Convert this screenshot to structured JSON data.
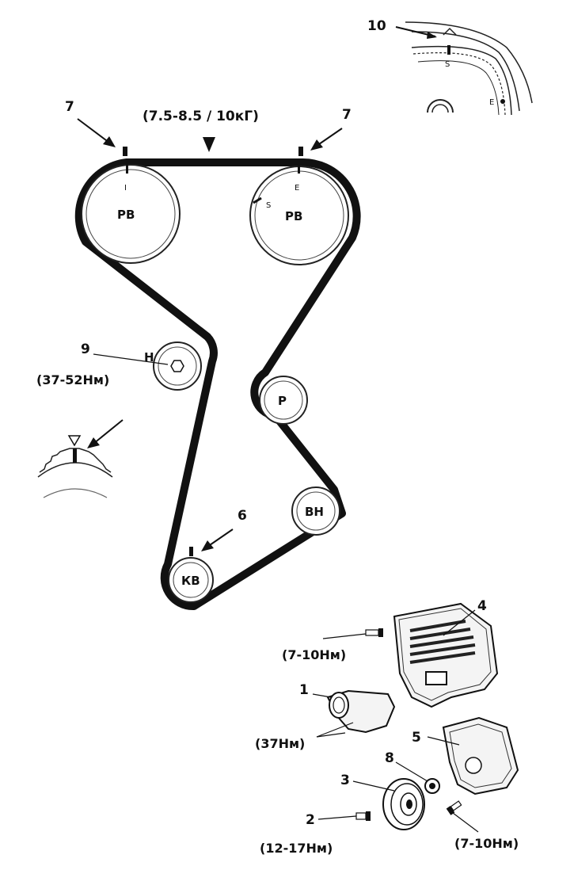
{
  "diagram": {
    "tension_spec": "(7.5-8.5 / 10кГ)",
    "callouts": {
      "c1": "1",
      "c2": "2",
      "c3": "3",
      "c4": "4",
      "c5": "5",
      "c6": "6",
      "c7_left": "7",
      "c7_right": "7",
      "c8": "8",
      "c9": "9",
      "c10": "10"
    },
    "torques": {
      "tensioner": "(37-52Нм)",
      "cover_upper": "(7-10Нм)",
      "housing": "(37Нм)",
      "crank_bolt": "(12-17Нм)",
      "cover_lower": "(7-10Нм)"
    },
    "pulleys": {
      "cam_intake": "РВ",
      "cam_exhaust": "РВ",
      "tensioner": "Н",
      "idler": "Р",
      "water_pump": "ВН",
      "crank": "КВ"
    },
    "marks": {
      "intake": "I",
      "exhaust": "E",
      "s_mark": "S",
      "detail_s": "S",
      "detail_e": "E"
    }
  }
}
